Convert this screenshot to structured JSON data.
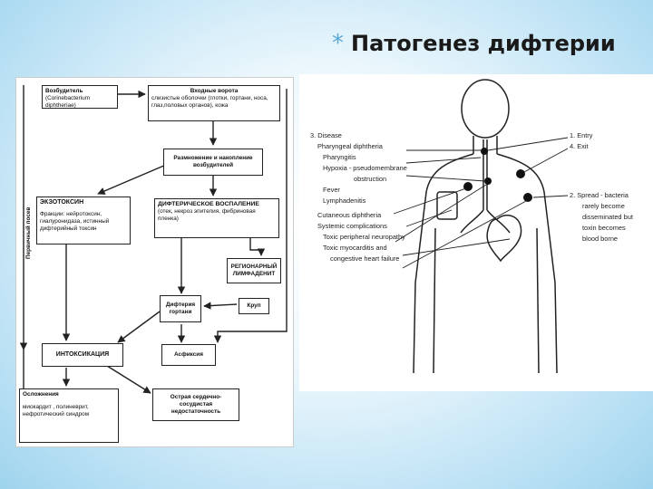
{
  "title": {
    "symbol": "*",
    "text": "Патогенез дифтерии"
  },
  "flowchart": {
    "pathogen": {
      "heading": "Возбудитель",
      "detail": "(Corinebacterium diphtheriae)"
    },
    "entry": {
      "heading": "Входные ворота",
      "detail": "слизистые оболочки (глотки, гортани, носа, глаз,половых органов), кожа"
    },
    "multiplication": {
      "text": "Размножение и накопление возбудителей"
    },
    "exotoxin": {
      "heading": "ЭКЗОТОКСИН",
      "detail": "Фракции: нейротоксин, гиалуронидаза, истинный дифтерийный токсин"
    },
    "inflammation": {
      "heading": "ДИФТЕРИЧЕСКОЕ ВОСПАЛЕНИЕ",
      "detail": "(отек, некроз эпителия, фибриновая пленка)"
    },
    "lymphadenitis": {
      "text": "РЕГИОНАРНЫЙ ЛИМФАДЕНИТ"
    },
    "larynx": {
      "text": "Дифтерия гортани"
    },
    "croup": {
      "text": "Круп"
    },
    "intoxication": {
      "text": "ИНТОКСИКАЦИЯ"
    },
    "asphyxia": {
      "text": "Асфиксия"
    },
    "complications": {
      "heading": "Осложнения",
      "detail": "миокардит , полиневрит, нефротический синдром"
    },
    "vascular": {
      "text": "Острая сердечно-сосудистая недостаточность"
    },
    "side_label": "Первичный посев"
  },
  "body_diagram": {
    "left_labels": [
      "3. Disease",
      "Pharyngeal diphtheria",
      "Pharyngitis",
      "Hypoxia - pseudomembrane",
      "obstruction",
      "Fever",
      "Lymphadenitis",
      "Cutaneous diphtheria",
      "Systemic complications",
      "Toxic peripheral neuropathy",
      "Toxic myocarditis and",
      "congestive heart failure"
    ],
    "right_top": [
      "1. Entry",
      "4. Exit"
    ],
    "right_spread": [
      "2. Spread - bacteria",
      "rarely become",
      "disseminated but",
      "toxin becomes",
      "blood borne"
    ]
  }
}
